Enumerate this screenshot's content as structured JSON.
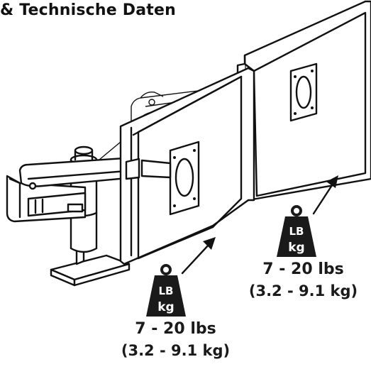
{
  "title": "& Technische Daten",
  "weights": [
    {
      "icon_top": "LB",
      "icon_bottom": "kg",
      "range": "7 - 20 lbs",
      "metric": "(3.2 - 9.1 kg)"
    },
    {
      "icon_top": "LB",
      "icon_bottom": "kg",
      "range": "7 - 20 lbs",
      "metric": "(3.2 - 9.1 kg)"
    }
  ],
  "colors": {
    "ink": "#111111",
    "screen_fill": "#ffffff",
    "weight_icon": "#1a1a1a"
  }
}
